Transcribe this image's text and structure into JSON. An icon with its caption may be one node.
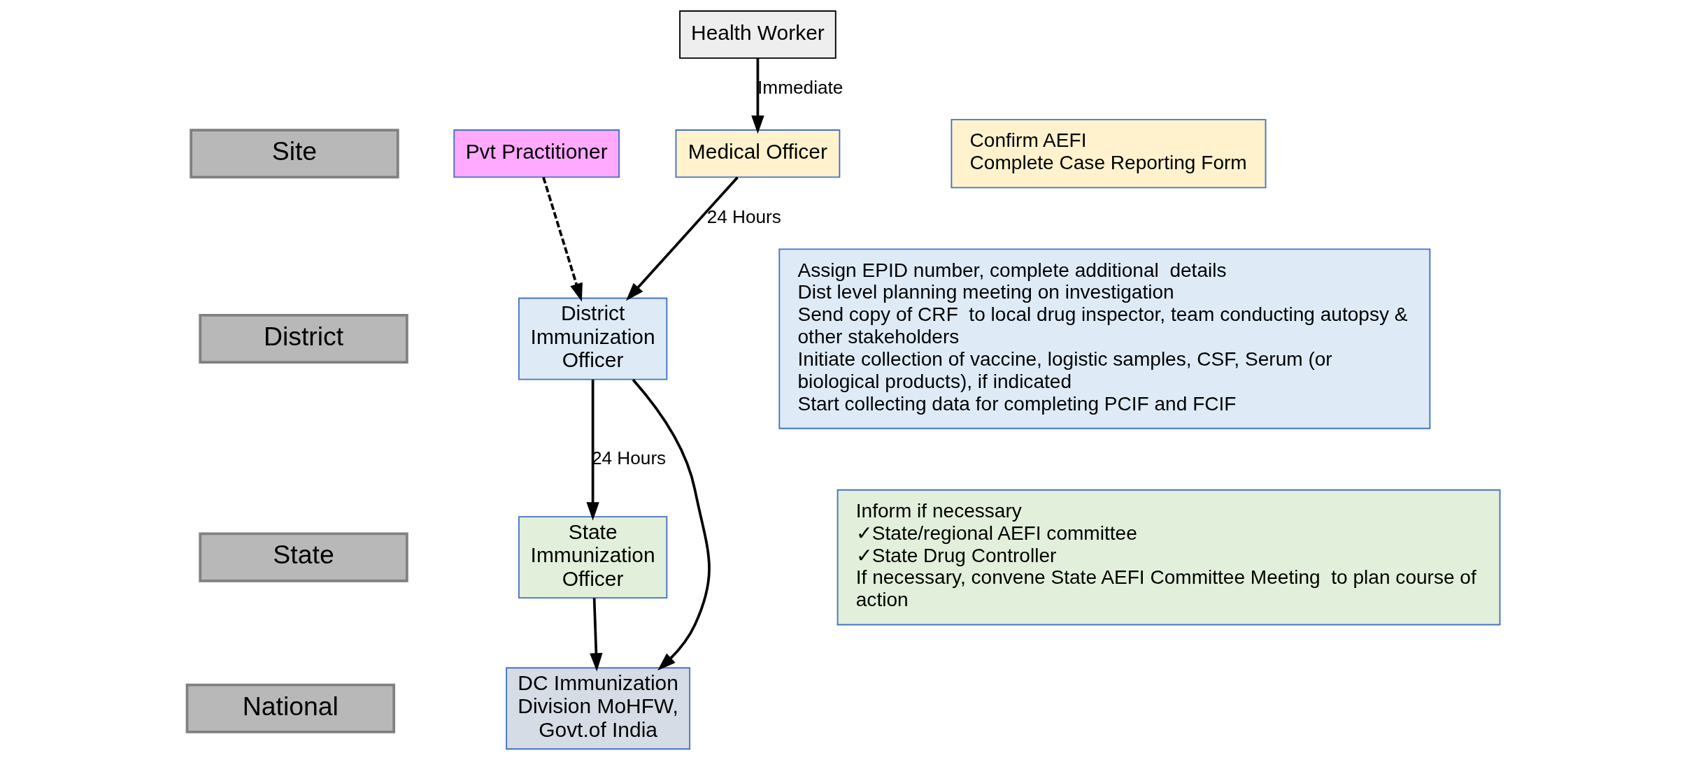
{
  "diagram": {
    "nodes": [
      {
        "text": [
          "Site"
        ]
      },
      {
        "text": [
          "District"
        ]
      },
      {
        "text": [
          "State"
        ]
      },
      {
        "text": [
          "National"
        ]
      },
      {
        "text": [
          "Health Worker"
        ]
      },
      {
        "text": [
          "Medical Officer"
        ]
      },
      {
        "text": [
          "Pvt Practitioner"
        ]
      },
      {
        "text": [
          "District Immunization Officer"
        ]
      },
      {
        "text": [
          "State Immunization Officer"
        ]
      },
      {
        "text": [
          "DC Immunization Division MoHFW, Govt.of India"
        ]
      },
      {
        "text": [
          "Confirm AEFI",
          "Complete Case Reporting Form"
        ]
      },
      {
        "text": [
          "Assign EPID number, complete additional  details",
          "Dist level planning meeting on investigation",
          "Send copy of CRF  to local drug inspector, team conducting autopsy & other stakeholders",
          "Initiate collection of vaccine, logistic samples, CSF, Serum (or biological products), if indicated",
          "Start collecting data for completing PCIF and FCIF"
        ]
      },
      {
        "text": [
          "Inform if necessary",
          "✓State/regional AEFI committee",
          "✓State Drug Controller",
          "If necessary, convene State AEFI Committee Meeting  to plan course of action"
        ]
      }
    ],
    "edges": [
      {
        "from": 4,
        "to": 5,
        "arrow": "to",
        "label": "Immediate"
      },
      {
        "from": 5,
        "to": 7,
        "arrow": "to",
        "label": "24 Hours"
      },
      {
        "from": 6,
        "to": 7,
        "arrow": "to",
        "style": "dashed"
      },
      {
        "from": 7,
        "to": 8,
        "arrow": "to",
        "label": "24 Hours"
      },
      {
        "from": 8,
        "to": 9,
        "arrow": "to"
      },
      {
        "from": 7,
        "to": 9,
        "arrow": "to"
      }
    ]
  }
}
